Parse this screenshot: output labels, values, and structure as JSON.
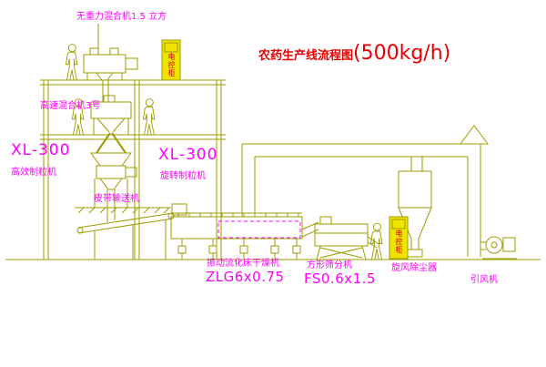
{
  "title": {
    "text": "农药生产线流程图",
    "capacity": "(500kg/h)"
  },
  "labels": {
    "gravity_mixer": "无重力混合机1.5 立方",
    "high_speed_mixer": "高速混合机3号",
    "granulator_left_model": "XL-300",
    "granulator_left_name": "高效制粒机",
    "granulator_center_model": "XL-300",
    "granulator_center_name": "旋转制粒机",
    "belt_conveyor": "皮带输送机",
    "dryer_name": "振动流化床干燥机",
    "dryer_model": "ZLG6x0.75",
    "sifter_name": "方形筛分机",
    "sifter_model": "FS0.6x1.5",
    "cyclone": "旋风除尘器",
    "fan": "引风机",
    "cabinet_top": "电控柜",
    "cabinet_right": "电控柜"
  },
  "colors": {
    "line": "#9c9c00",
    "label": "#ff00ff",
    "title": "#e60000",
    "cabinet_fill": "#efe400",
    "figure": "#1f1f1f"
  }
}
